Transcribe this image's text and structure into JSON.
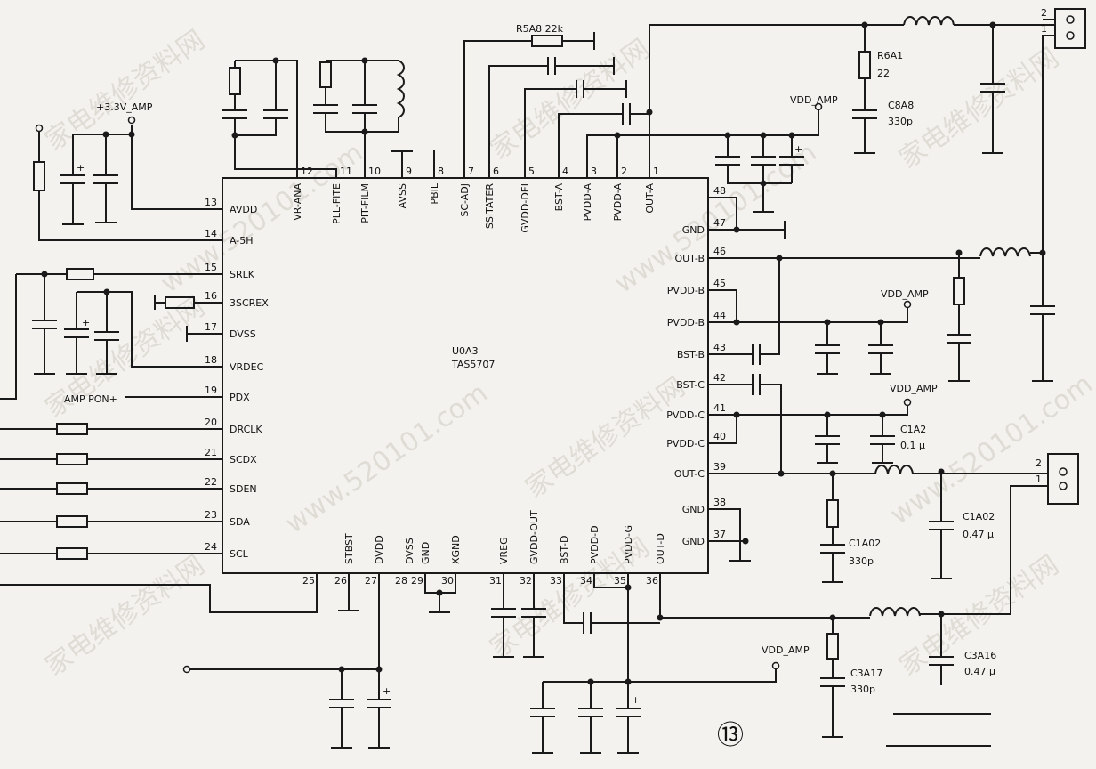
{
  "ic": {
    "ref": "U0A3",
    "part": "TAS5707",
    "pins_left": [
      {
        "num": "13",
        "name": "AVDD"
      },
      {
        "num": "14",
        "name": "A-5H"
      },
      {
        "num": "15",
        "name": "SRLK"
      },
      {
        "num": "16",
        "name": "3SCREX"
      },
      {
        "num": "17",
        "name": "DVSS"
      },
      {
        "num": "18",
        "name": "VRDEC"
      },
      {
        "num": "19",
        "name": "PDX"
      },
      {
        "num": "20",
        "name": "DRCLK"
      },
      {
        "num": "21",
        "name": "SCDX"
      },
      {
        "num": "22",
        "name": "SDEN"
      },
      {
        "num": "23",
        "name": "SDA"
      },
      {
        "num": "24",
        "name": "SCL"
      }
    ],
    "pins_top": [
      {
        "num": "12",
        "name": "VR-ANA"
      },
      {
        "num": "11",
        "name": "PLL-FITE"
      },
      {
        "num": "10",
        "name": "PIT-FILM"
      },
      {
        "num": "9",
        "name": "AVSS"
      },
      {
        "num": "8",
        "name": "PBIL"
      },
      {
        "num": "7",
        "name": "SC-ADJ"
      },
      {
        "num": "6",
        "name": "SSITATER"
      },
      {
        "num": "5",
        "name": "GVDD-DEI"
      },
      {
        "num": "4",
        "name": "BST-A"
      },
      {
        "num": "3",
        "name": "PVDD-A"
      },
      {
        "num": "2",
        "name": "PVDD-A"
      },
      {
        "num": "1",
        "name": "OUT-A"
      }
    ],
    "pins_right": [
      {
        "num": "48",
        "name": ""
      },
      {
        "num": "47",
        "name": "GND"
      },
      {
        "num": "46",
        "name": "OUT-B"
      },
      {
        "num": "45",
        "name": "PVDD-B"
      },
      {
        "num": "44",
        "name": "PVDD-B"
      },
      {
        "num": "43",
        "name": "BST-B"
      },
      {
        "num": "42",
        "name": "BST-C"
      },
      {
        "num": "41",
        "name": "PVDD-C"
      },
      {
        "num": "40",
        "name": "PVDD-C"
      },
      {
        "num": "39",
        "name": "OUT-C"
      },
      {
        "num": "38",
        "name": "GND"
      },
      {
        "num": "37",
        "name": "GND"
      }
    ],
    "pins_bottom": [
      {
        "num": "25",
        "name": ""
      },
      {
        "num": "26",
        "name": "STBST"
      },
      {
        "num": "27",
        "name": "DVDD"
      },
      {
        "num": "28",
        "name": "DVSS"
      },
      {
        "num": "29",
        "name": "GND"
      },
      {
        "num": "30",
        "name": "XGND"
      },
      {
        "num": "31",
        "name": "VREG"
      },
      {
        "num": "32",
        "name": "GVDD-OUT"
      },
      {
        "num": "33",
        "name": "BST-D"
      },
      {
        "num": "34",
        "name": "PVDD-D"
      },
      {
        "num": "35",
        "name": "PVDD-G"
      },
      {
        "num": "36",
        "name": "OUT-D"
      }
    ]
  },
  "labels": {
    "vdd33": "+3.3V_AMP",
    "vdd_amp_1": "VDD_AMP",
    "vdd_amp_2": "VDD_AMP",
    "vdd_amp_3": "VDD_AMP",
    "vdd_amp_4": "VDD_AMP",
    "amp_pon": "AMP PON+",
    "r5a8": "R5A8 22k",
    "r6a1_ref": "R6A1",
    "r6a1_val": "22",
    "c8a8_ref": "C8A8",
    "c8a8_val": "330p",
    "c1a2_ref": "C1A2",
    "c1a2_val": "0.1 μ",
    "c1a02_ref": "C1A02",
    "c1a02_val": "330p",
    "c1a02b_ref": "C1A02",
    "c1a02b_val": "0.47 μ",
    "c3a17_ref": "C3A17",
    "c3a17_val": "330p",
    "c3a16_ref": "C3A16",
    "c3a16_val": "0.47 μ",
    "page_no": "⑬"
  },
  "connectors": [
    {
      "pins": [
        "2",
        "1"
      ]
    },
    {
      "pins": [
        "2",
        "1"
      ]
    }
  ],
  "watermark": [
    "家电维修资料网",
    "www.520101.com"
  ]
}
